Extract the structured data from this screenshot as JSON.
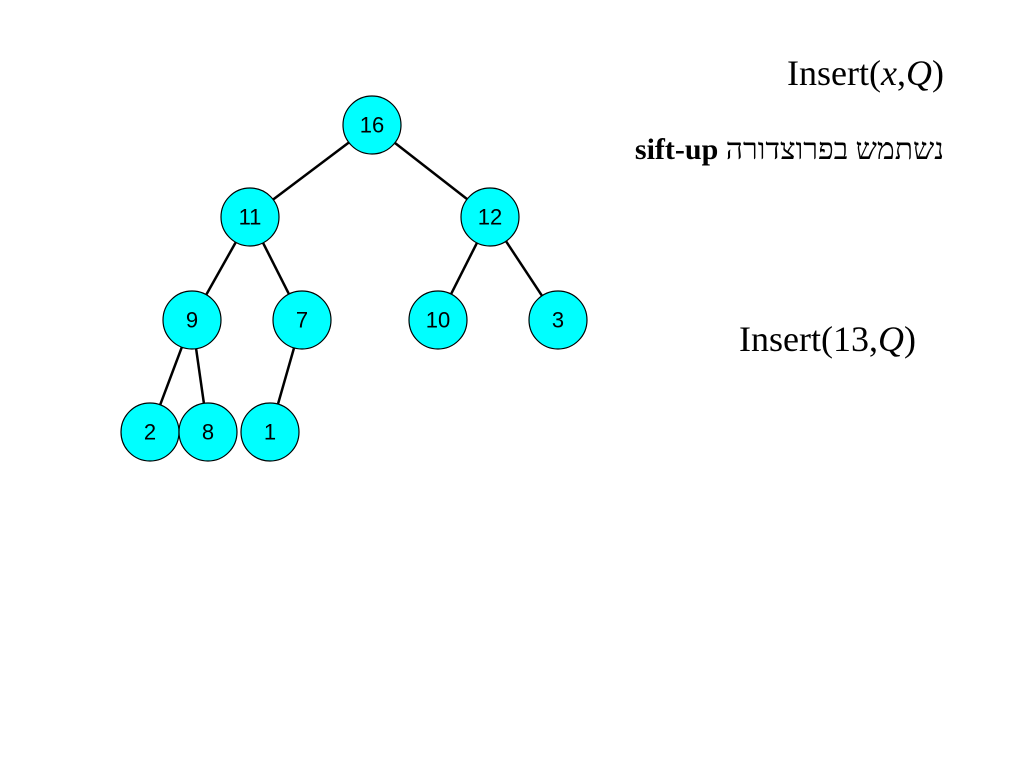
{
  "title": {
    "prefix": "Insert(",
    "arg1": "x",
    "comma": ",",
    "arg2": "Q",
    "suffix": ")"
  },
  "subtitle": {
    "hebrew": "נשתמש בפרוצדורה",
    "procedure": "sift-up"
  },
  "example": {
    "prefix": "Insert(13,",
    "arg": "Q",
    "suffix": ")"
  },
  "colors": {
    "node_fill": "#00ffff",
    "node_stroke": "#000000",
    "edge": "#000000"
  },
  "heap": {
    "nodes": [
      {
        "id": "n16",
        "label": "16"
      },
      {
        "id": "n11",
        "label": "11"
      },
      {
        "id": "n12",
        "label": "12"
      },
      {
        "id": "n9",
        "label": "9"
      },
      {
        "id": "n7",
        "label": "7"
      },
      {
        "id": "n10",
        "label": "10"
      },
      {
        "id": "n3",
        "label": "3"
      },
      {
        "id": "n2",
        "label": "2"
      },
      {
        "id": "n8",
        "label": "8"
      },
      {
        "id": "n1",
        "label": "1"
      }
    ],
    "edges": [
      [
        "n16",
        "n11"
      ],
      [
        "n16",
        "n12"
      ],
      [
        "n11",
        "n9"
      ],
      [
        "n11",
        "n7"
      ],
      [
        "n12",
        "n10"
      ],
      [
        "n12",
        "n3"
      ],
      [
        "n9",
        "n2"
      ],
      [
        "n9",
        "n8"
      ],
      [
        "n7",
        "n1"
      ]
    ]
  }
}
